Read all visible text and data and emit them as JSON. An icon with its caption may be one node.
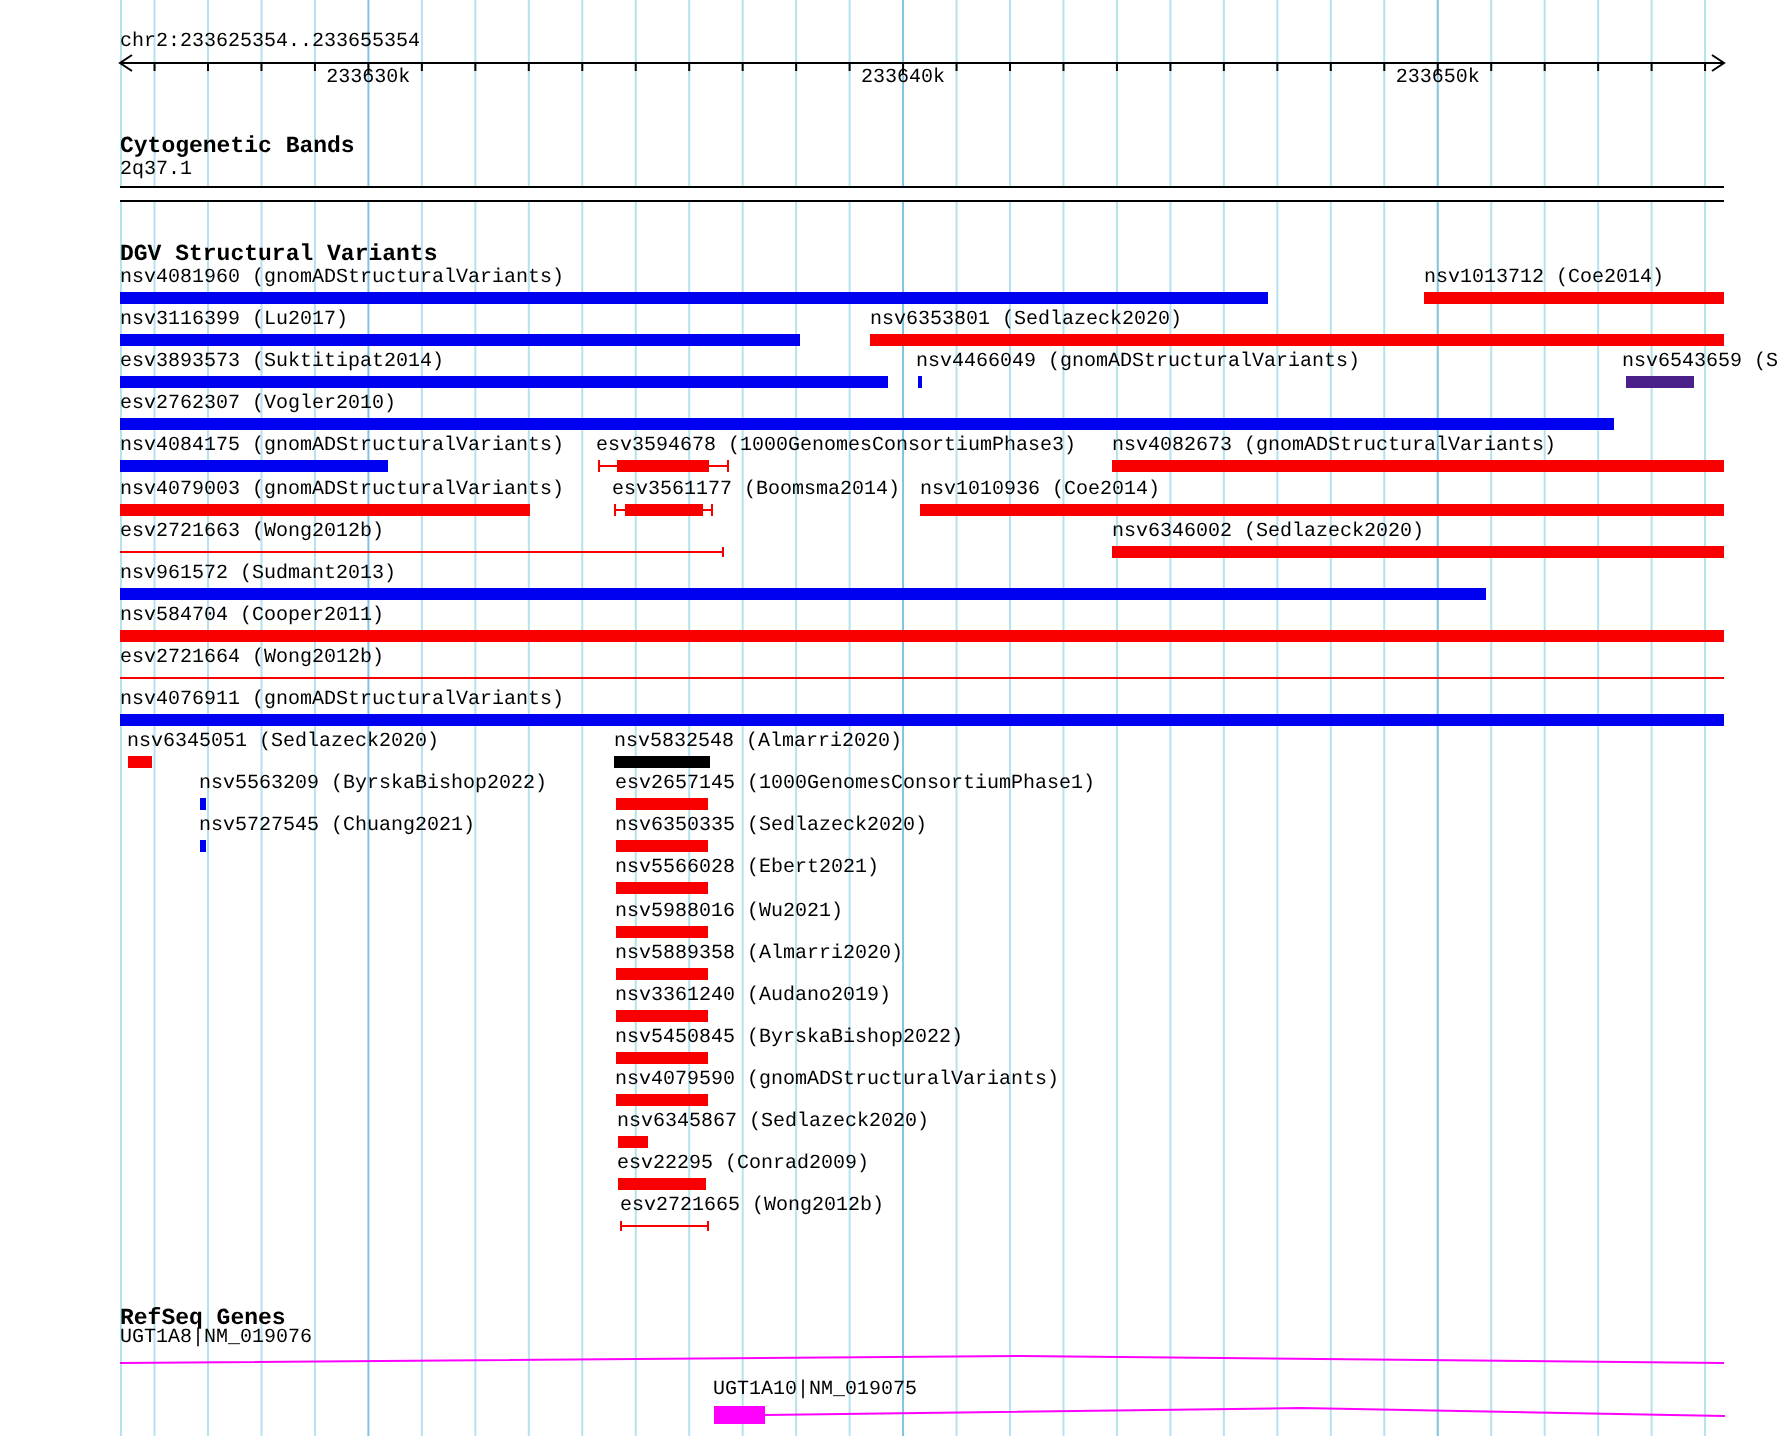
{
  "diagram": {
    "nodes": [
      {
        "text": [
          "2q37.1"
        ]
      },
      {
        "text": [
          "nsv4081960 (gnomADStructuralVariants)"
        ]
      },
      {
        "text": [
          "nsv1013712 (Coe2014)"
        ]
      },
      {
        "text": [
          "nsv3116399 (Lu2017)"
        ]
      },
      {
        "text": [
          "nsv6353801 (Sedlazeck2020)"
        ]
      },
      {
        "text": [
          "esv3893573 (Suktitipat2014)"
        ]
      },
      {
        "text": [
          "nsv4466049 (gnomADStructuralVariants)"
        ]
      },
      {
        "text": [
          "nsv6543659 (S"
        ]
      },
      {
        "text": [
          "esv2762307 (Vogler2010)"
        ]
      },
      {
        "text": [
          "nsv4084175 (gnomADStructuralVariants)"
        ]
      },
      {
        "text": [
          "esv3594678 (1000GenomesConsortiumPhase3)"
        ]
      },
      {
        "text": [
          "nsv4082673 (gnomADStructuralVariants)"
        ]
      },
      {
        "text": [
          "nsv4079003 (gnomADStructuralVariants)"
        ]
      },
      {
        "text": [
          "esv3561177 (Boomsma2014)"
        ]
      },
      {
        "text": [
          "nsv1010936 (Coe2014)"
        ]
      },
      {
        "text": [
          "esv2721663 (Wong2012b)"
        ]
      },
      {
        "text": [
          "nsv6346002 (Sedlazeck2020)"
        ]
      },
      {
        "text": [
          "nsv961572 (Sudmant2013)"
        ]
      },
      {
        "text": [
          "nsv584704 (Cooper2011)"
        ]
      },
      {
        "text": [
          "esv2721664 (Wong2012b)"
        ]
      },
      {
        "text": [
          "nsv4076911 (gnomADStructuralVariants)"
        ]
      },
      {
        "text": [
          "nsv6345051 (Sedlazeck2020)"
        ]
      },
      {
        "text": [
          "nsv5832548 (Almarri2020)"
        ]
      },
      {
        "text": [
          "nsv5563209 (ByrskaBishop2022)"
        ]
      },
      {
        "text": [
          "esv2657145 (1000GenomesConsortiumPhase1)"
        ]
      },
      {
        "text": [
          "nsv5727545 (Chuang2021)"
        ]
      },
      {
        "text": [
          "nsv6350335 (Sedlazeck2020)"
        ]
      },
      {
        "text": [
          "nsv5566028 (Ebert2021)"
        ]
      },
      {
        "text": [
          "nsv5988016 (Wu2021)"
        ]
      },
      {
        "text": [
          "nsv5889358 (Almarri2020)"
        ]
      },
      {
        "text": [
          "nsv3361240 (Audano2019)"
        ]
      },
      {
        "text": [
          "nsv5450845 (ByrskaBishop2022)"
        ]
      },
      {
        "text": [
          "nsv4079590 (gnomADStructuralVariants)"
        ]
      },
      {
        "text": [
          "nsv6345867 (Sedlazeck2020)"
        ]
      },
      {
        "text": [
          "esv22295 (Conrad2009)"
        ]
      },
      {
        "text": [
          "esv2721665 (Wong2012b)"
        ]
      },
      {
        "text": [
          "UGT1A8|NM_019076"
        ]
      },
      {
        "text": [
          "UGT1A10|NM_019075"
        ]
      }
    ],
    "labels": [
      "chr2:233625354..233655354",
      "233630k",
      "233640k",
      "233650k",
      "Cytogenetic Bands",
      "DGV Structural Variants",
      "RefSeq Genes"
    ]
  }
}
